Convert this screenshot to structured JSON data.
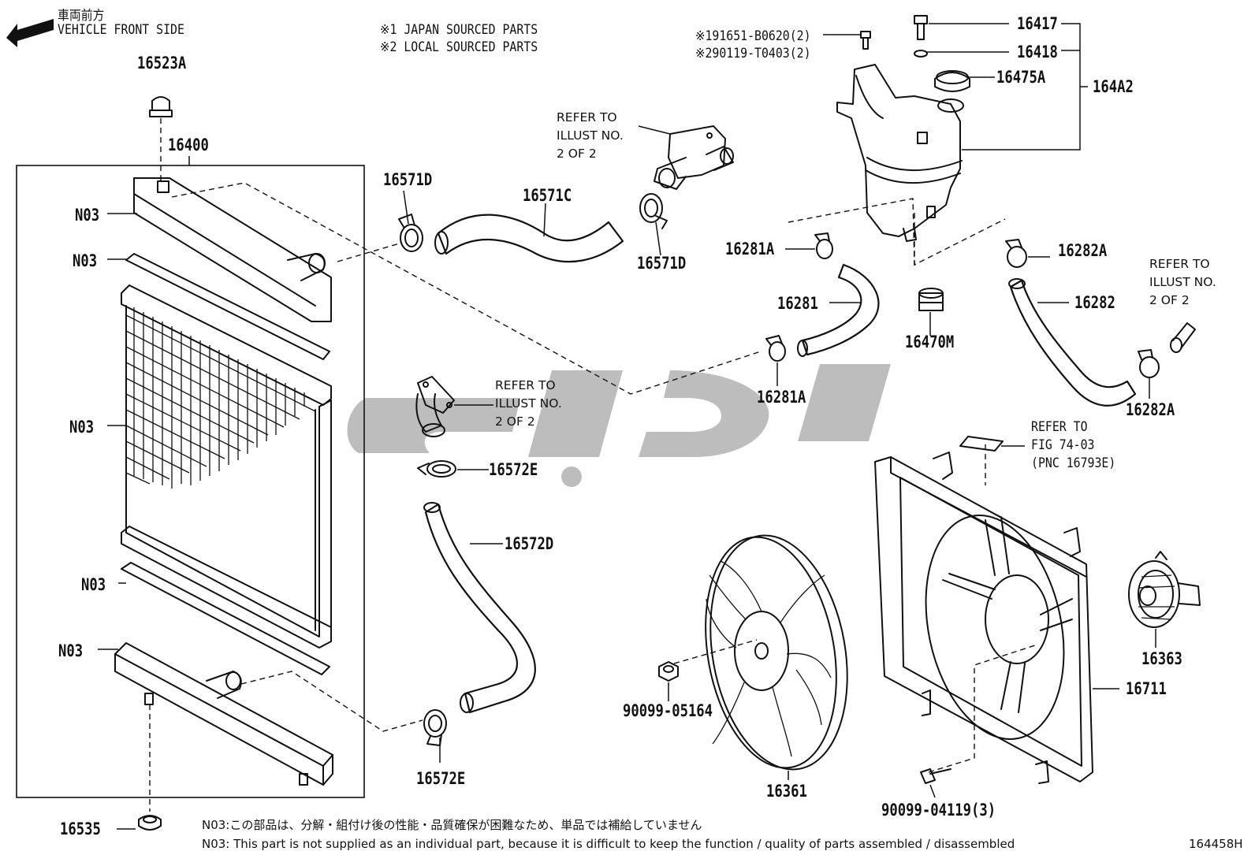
{
  "header": {
    "direction_jp": "車両前方",
    "direction_en": "VEHICLE FRONT SIDE",
    "sourcing_note_1": "※1 JAPAN SOURCED PARTS",
    "sourcing_note_2": "※2 LOCAL SOURCED PARTS",
    "bolt_note_1": "※191651-B0620(2)",
    "bolt_note_2": "※290119-T0403(2)"
  },
  "parts": {
    "p16523A": "16523A",
    "p16400": "16400",
    "n03_a": "N03",
    "n03_b": "N03",
    "n03_c": "N03",
    "n03_d": "N03",
    "n03_e": "N03",
    "p16535": "16535",
    "p16571D_a": "16571D",
    "p16571C": "16571C",
    "p16571D_b": "16571D",
    "p16572E_a": "16572E",
    "p16572D": "16572D",
    "p16572E_b": "16572E",
    "p16417": "16417",
    "p16418": "16418",
    "p16475A": "16475A",
    "p164A2": "164A2",
    "p16281A_a": "16281A",
    "p16281": "16281",
    "p16281A_b": "16281A",
    "p16470M": "16470M",
    "p16282A_a": "16282A",
    "p16282": "16282",
    "p16282A_b": "16282A",
    "p90099_05164": "90099-05164",
    "p16361": "16361",
    "p16711": "16711",
    "p16363": "16363",
    "p90099_04119": "90099-04119(3)"
  },
  "refer_notes": {
    "thermostat_a": [
      "REFER TO",
      "ILLUST NO.",
      "2 OF 2"
    ],
    "thermostat_b": [
      "REFER TO",
      "ILLUST NO.",
      "2 OF 2"
    ],
    "hose_right": [
      "REFER TO",
      "ILLUST NO.",
      "2 OF 2"
    ],
    "fig": [
      "REFER TO",
      "FIG 74-03",
      "(PNC 16793E)"
    ]
  },
  "footnotes": {
    "jp": "N03:この部品は、分解・組付け後の性能・品質確保が困難なため、単品では補給していません",
    "en": "N03: This part is not supplied as an individual part, because it is difficult to keep the function / quality of parts assembled / disassembled",
    "illustration_code": "164458H"
  },
  "colors": {
    "line": "#111111",
    "watermark": "#bdbdbd",
    "background": "#ffffff"
  },
  "icons": {
    "direction": "left-arrow-icon"
  }
}
